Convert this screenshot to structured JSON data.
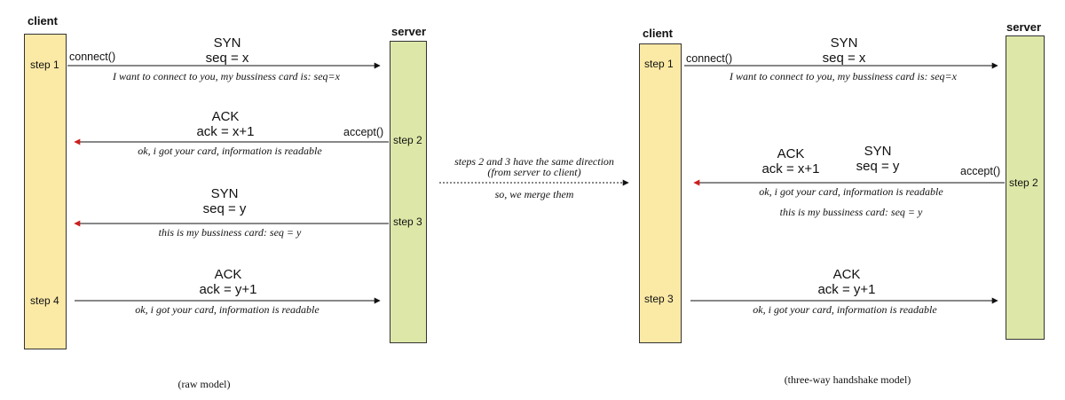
{
  "raw_model": {
    "client_label": "client",
    "server_label": "server",
    "client_steps": [
      "step 1",
      "step 4"
    ],
    "server_steps": [
      "step 2",
      "step 3"
    ],
    "connect_call": "connect()",
    "accept_call": "accept()",
    "messages": [
      {
        "type": "SYN",
        "value": "seq = x",
        "note": "I want to connect to you, my bussiness card is: seq=x"
      },
      {
        "type": "ACK",
        "value": "ack = x+1",
        "note": "ok, i got your card, information is readable"
      },
      {
        "type": "SYN",
        "value": "seq = y",
        "note": "this is my bussiness card: seq = y"
      },
      {
        "type": "ACK",
        "value": "ack = y+1",
        "note": "ok, i got your card, information is readable"
      }
    ],
    "caption": "(raw model)"
  },
  "merge": {
    "line1": "steps 2 and 3 have the same direction",
    "line2": "(from server to client)",
    "line3": "so, we merge them"
  },
  "handshake_model": {
    "client_label": "client",
    "server_label": "server",
    "client_steps": [
      "step 1",
      "step 3"
    ],
    "server_steps": [
      "step 2"
    ],
    "connect_call": "connect()",
    "accept_call": "accept()",
    "messages": [
      {
        "type": "SYN",
        "value": "seq = x",
        "note": "I want to connect to you, my bussiness card is: seq=x"
      },
      {
        "type": "ACK",
        "value": "ack = x+1",
        "type2": "SYN",
        "value2": "seq = y",
        "note": "ok, i got your card, information is readable",
        "note2": "this is my bussiness card: seq = y"
      },
      {
        "type": "ACK",
        "value": "ack = y+1",
        "note": "ok, i got your card, information is readable"
      }
    ],
    "caption": "(three-way handshake model)"
  },
  "colors": {
    "client_bar": "#fbe9a6",
    "server_bar": "#dde8a8",
    "arrow_head_return": "#cc1f1f"
  }
}
